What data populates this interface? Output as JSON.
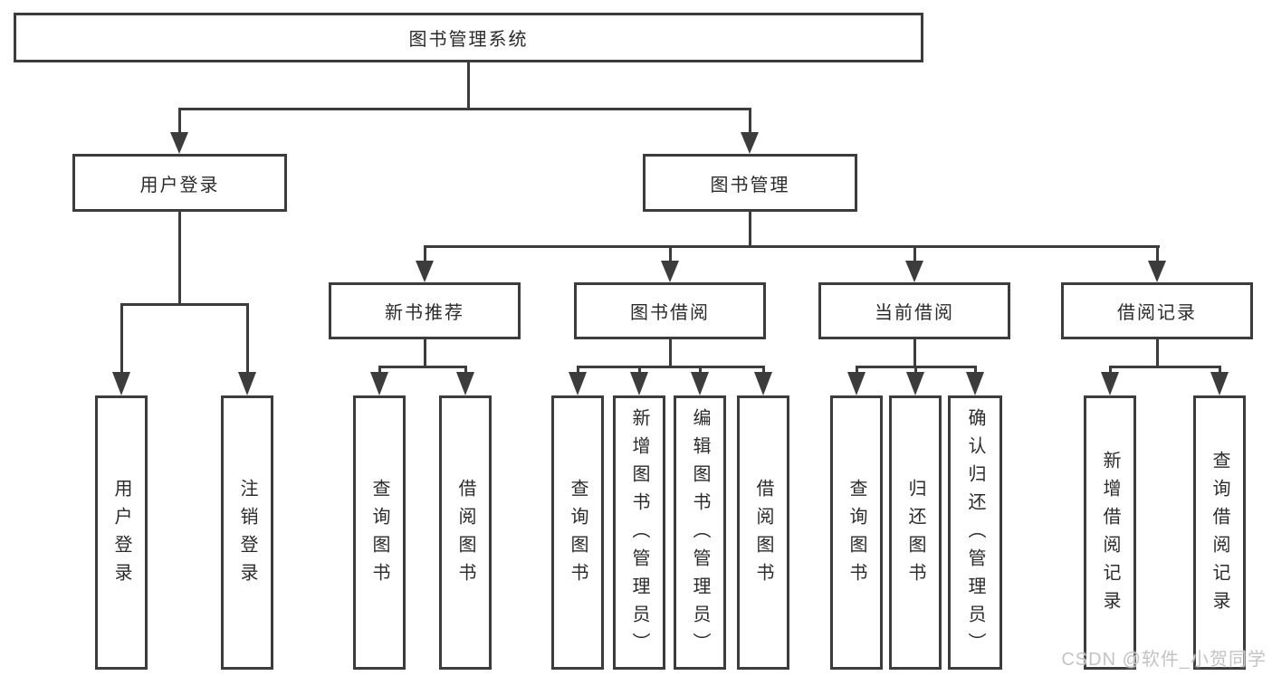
{
  "diagram": {
    "type": "hierarchy-tree",
    "watermark": "CSDN @软件_小贺同学",
    "colors": {
      "line": "#3c3c3c",
      "box_border": "#3c3c3c",
      "text": "#2b2b2b",
      "background": "#ffffff",
      "watermark": "#c3c3c3"
    }
  },
  "nodes": {
    "root": {
      "label": "图书管理系统"
    },
    "user_login": {
      "label": "用户登录"
    },
    "book_mgmt": {
      "label": "图书管理"
    },
    "new_book_rec": {
      "label": "新书推荐"
    },
    "book_borrow": {
      "label": "图书借阅"
    },
    "current_borrow": {
      "label": "当前借阅"
    },
    "borrow_record": {
      "label": "借阅记录"
    },
    "leaves": {
      "user_login": {
        "label": "用户登录"
      },
      "logout": {
        "label": "注销登录"
      },
      "rec_query": {
        "label": "查询图书"
      },
      "rec_borrow": {
        "label": "借阅图书"
      },
      "bb_query": {
        "label": "查询图书"
      },
      "bb_add": {
        "label": "新增图书（管理员）"
      },
      "bb_edit": {
        "label": "编辑图书（管理员）"
      },
      "bb_borrow": {
        "label": "借阅图书"
      },
      "cb_query": {
        "label": "查询图书"
      },
      "cb_return": {
        "label": "归还图书"
      },
      "cb_confirm": {
        "label": "确认归还（管理员）"
      },
      "br_add": {
        "label": "新增借阅记录"
      },
      "br_query": {
        "label": "查询借阅记录"
      }
    }
  }
}
